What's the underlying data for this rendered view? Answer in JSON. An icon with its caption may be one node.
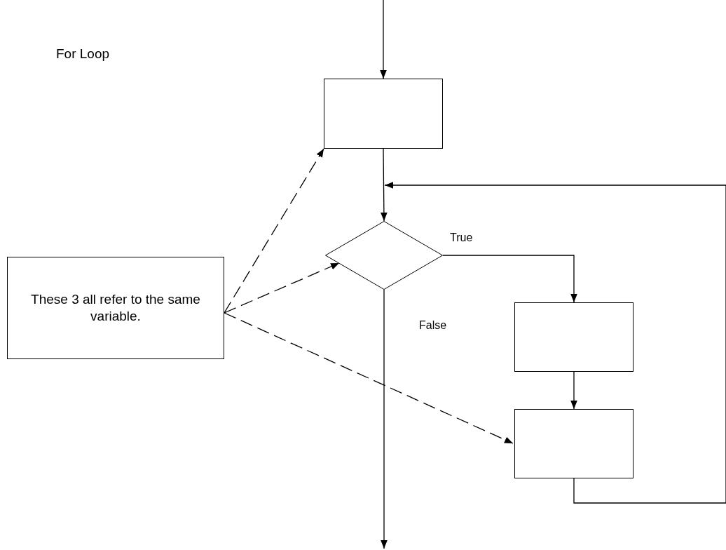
{
  "diagram": {
    "title": "For Loop",
    "nodes": [
      {
        "text": [],
        "shape": "box"
      },
      {
        "text": [],
        "shape": "diamond"
      },
      {
        "text": [],
        "shape": "box"
      },
      {
        "text": [],
        "shape": "box"
      },
      {
        "text": [
          "These 3 all refer to the same variable."
        ]
      }
    ],
    "edges": [
      {
        "from": null,
        "to": 0,
        "arrow": "to"
      },
      {
        "from": 0,
        "to": 1,
        "arrow": "to"
      },
      {
        "from": 1,
        "to": 2,
        "arrow": "to",
        "label": "True"
      },
      {
        "from": 1,
        "to": null,
        "arrow": "to",
        "label": "False"
      },
      {
        "from": 2,
        "to": 3,
        "arrow": "to"
      },
      {
        "from": 3,
        "to": 1,
        "arrow": "to"
      },
      {
        "from": 4,
        "to": 0,
        "arrow": "to",
        "style": "dashed"
      },
      {
        "from": 4,
        "to": 1,
        "arrow": "to",
        "style": "dashed"
      },
      {
        "from": 4,
        "to": 3,
        "arrow": "to",
        "style": "dashed"
      }
    ]
  }
}
